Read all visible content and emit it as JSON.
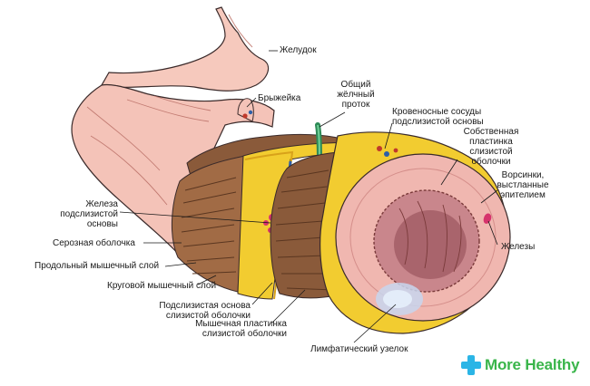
{
  "labels": {
    "stomach": "Желудок",
    "mesentery": "Брыжейка",
    "bile_duct": "Общий\nжёлчный\nпроток",
    "blood_vessels": "Кровеносные сосуды\nподслизистой основы",
    "lamina_propria": "Собственная\nпластинка\nслизистой\nоболочки",
    "villi": "Ворсинки,\nвыстланные\nэпителием",
    "glands": "Железы",
    "submucosal_gland": "Железа\nподслизистой\nосновы",
    "serosa": "Серозная оболочка",
    "longitudinal_muscle": "Продольный мышечный слой",
    "circular_muscle": "Круговой мышечный слой",
    "submucosa": "Подслизистая основа\nслизистой оболочки",
    "muscularis_mucosae": "Мышечная пластинка\nслизистой оболочки",
    "lymph_node": "Лимфатический узелок"
  },
  "brand": {
    "name": "More Healthy",
    "cross_color": "#2bb5e6",
    "text_color": "#39b54a"
  },
  "colors": {
    "serosa_pink": "#f4c3b8",
    "muscle_brown": "#8a5a3a",
    "submucosa_yellow": "#f2cc30",
    "mucosa_pink": "#f0b7b0",
    "lumen_dark": "#c9868c",
    "bile_duct_green": "#2e8b57"
  }
}
